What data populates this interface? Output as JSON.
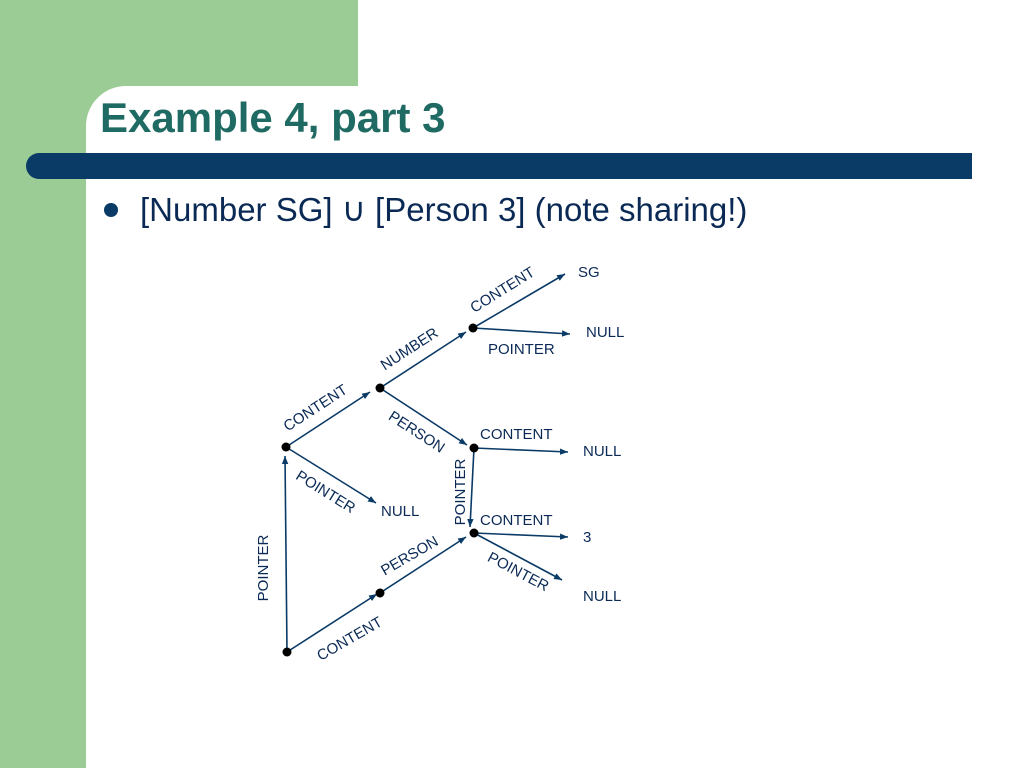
{
  "slide": {
    "title": "Example 4, part 3",
    "bullet": "[Number SG] ∪ [Person 3] (note sharing!)"
  },
  "diagram": {
    "labels": {
      "pointer_root": "POINTER",
      "content_bottom": "CONTENT",
      "content_left": "CONTENT",
      "pointer_left": "POINTER",
      "null_left": "NULL",
      "number": "NUMBER",
      "person_upper": "PERSON",
      "person_lower": "PERSON",
      "content_top": "CONTENT",
      "sg": "SG",
      "pointer_top": "POINTER",
      "null_top": "NULL",
      "content_mid": "CONTENT",
      "null_mid": "NULL",
      "pointer_mid": "POINTER",
      "content_low": "CONTENT",
      "three": "3",
      "pointer_low": "POINTER",
      "null_low": "NULL"
    }
  },
  "colors": {
    "green": "#9ccc96",
    "navy": "#0a3a66",
    "title": "#1f6b63"
  }
}
